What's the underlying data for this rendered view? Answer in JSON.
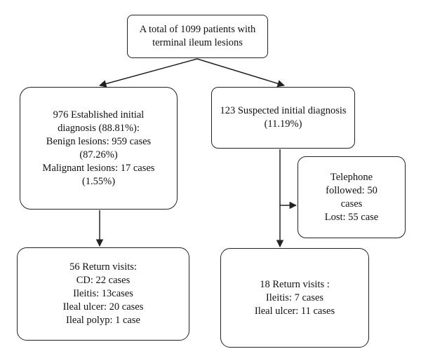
{
  "nodes": {
    "total": {
      "lines": [
        "A total of 1099 patients with",
        "terminal ileum lesions"
      ]
    },
    "established": {
      "lines": [
        "976 Established initial",
        "diagnosis (88.81%):",
        "Benign lesions: 959 cases",
        "(87.26%)",
        "Malignant lesions: 17 cases",
        "(1.55%)"
      ]
    },
    "suspected": {
      "lines": [
        "123 Suspected initial diagnosis",
        "(11.19%)"
      ]
    },
    "telephone": {
      "lines": [
        "Telephone",
        "followed: 50",
        "cases",
        "Lost: 55 case"
      ]
    },
    "return_left": {
      "lines": [
        "56 Return visits:",
        "CD: 22 cases",
        "Ileitis: 13cases",
        "Ileal ulcer: 20 cases",
        "Ileal polyp: 1 case"
      ]
    },
    "return_right": {
      "lines": [
        "18 Return visits :",
        "Ileitis: 7 cases",
        "Ileal ulcer: 11 cases"
      ]
    }
  },
  "colors": {
    "stroke": "#222222",
    "text": "#111111",
    "background": "#ffffff"
  }
}
